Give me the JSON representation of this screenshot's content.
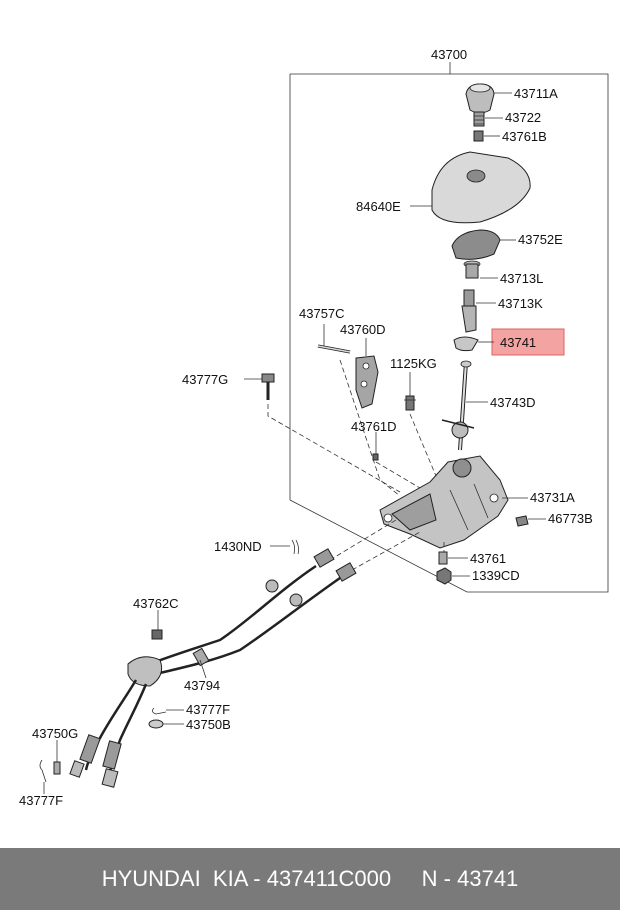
{
  "assembly_label": "43700",
  "highlight_color": "#f4a3a3",
  "parts": [
    {
      "id": "p43711A",
      "label": "43711A"
    },
    {
      "id": "p43722",
      "label": "43722"
    },
    {
      "id": "p43761B",
      "label": "43761B"
    },
    {
      "id": "p84640E",
      "label": "84640E"
    },
    {
      "id": "p43752E",
      "label": "43752E"
    },
    {
      "id": "p43713L",
      "label": "43713L"
    },
    {
      "id": "p43713K",
      "label": "43713K"
    },
    {
      "id": "p43741",
      "label": "43741"
    },
    {
      "id": "p43757C",
      "label": "43757C"
    },
    {
      "id": "p43760D",
      "label": "43760D"
    },
    {
      "id": "p43743D",
      "label": "43743D"
    },
    {
      "id": "p1125KG",
      "label": "1125KG"
    },
    {
      "id": "p43777G",
      "label": "43777G"
    },
    {
      "id": "p43761D",
      "label": "43761D"
    },
    {
      "id": "p43731A",
      "label": "43731A"
    },
    {
      "id": "p46773B",
      "label": "46773B"
    },
    {
      "id": "p1430ND",
      "label": "1430ND"
    },
    {
      "id": "p43762C",
      "label": "43762C"
    },
    {
      "id": "p43761",
      "label": "43761"
    },
    {
      "id": "p1339CD",
      "label": "1339CD"
    },
    {
      "id": "p43794",
      "label": "43794"
    },
    {
      "id": "p43777F_a",
      "label": "43777F"
    },
    {
      "id": "p43750G",
      "label": "43750G"
    },
    {
      "id": "p43750B",
      "label": "43750B"
    },
    {
      "id": "p43777F_b",
      "label": "43777F"
    }
  ],
  "footer": {
    "brand": "HYUNDAI  KIA",
    "part_number": "437411C000",
    "ref": "N - 43741"
  }
}
